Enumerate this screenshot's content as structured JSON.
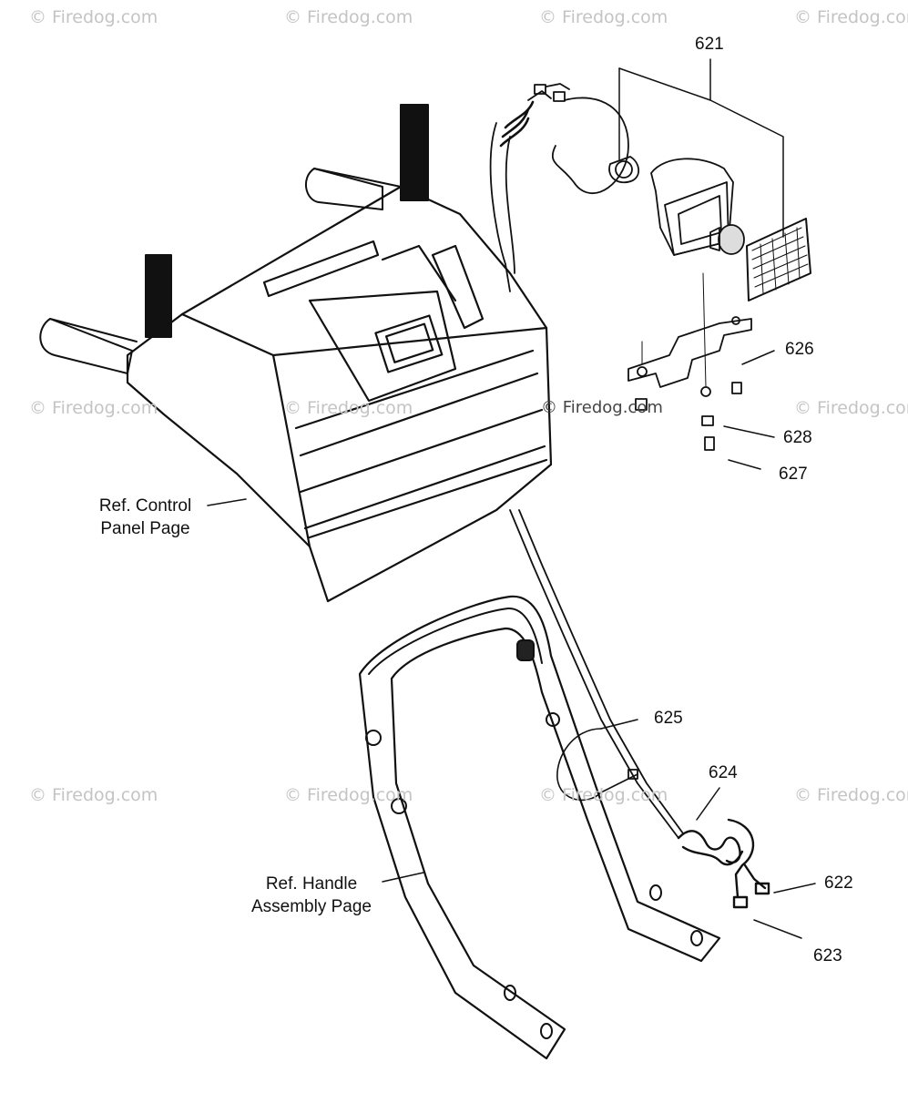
{
  "watermark": "© Firedog.com",
  "callouts": {
    "p621": "621",
    "p622": "622",
    "p623": "623",
    "p624": "624",
    "p625": "625",
    "p626": "626",
    "p627": "627",
    "p628": "628"
  },
  "references": {
    "control_panel_line1": "Ref. Control",
    "control_panel_line2": "Panel Page",
    "handle_line1": "Ref. Handle",
    "handle_line2": "Assembly Page"
  },
  "colors": {
    "ink": "#111111",
    "watermark": "#c4c4c4"
  }
}
